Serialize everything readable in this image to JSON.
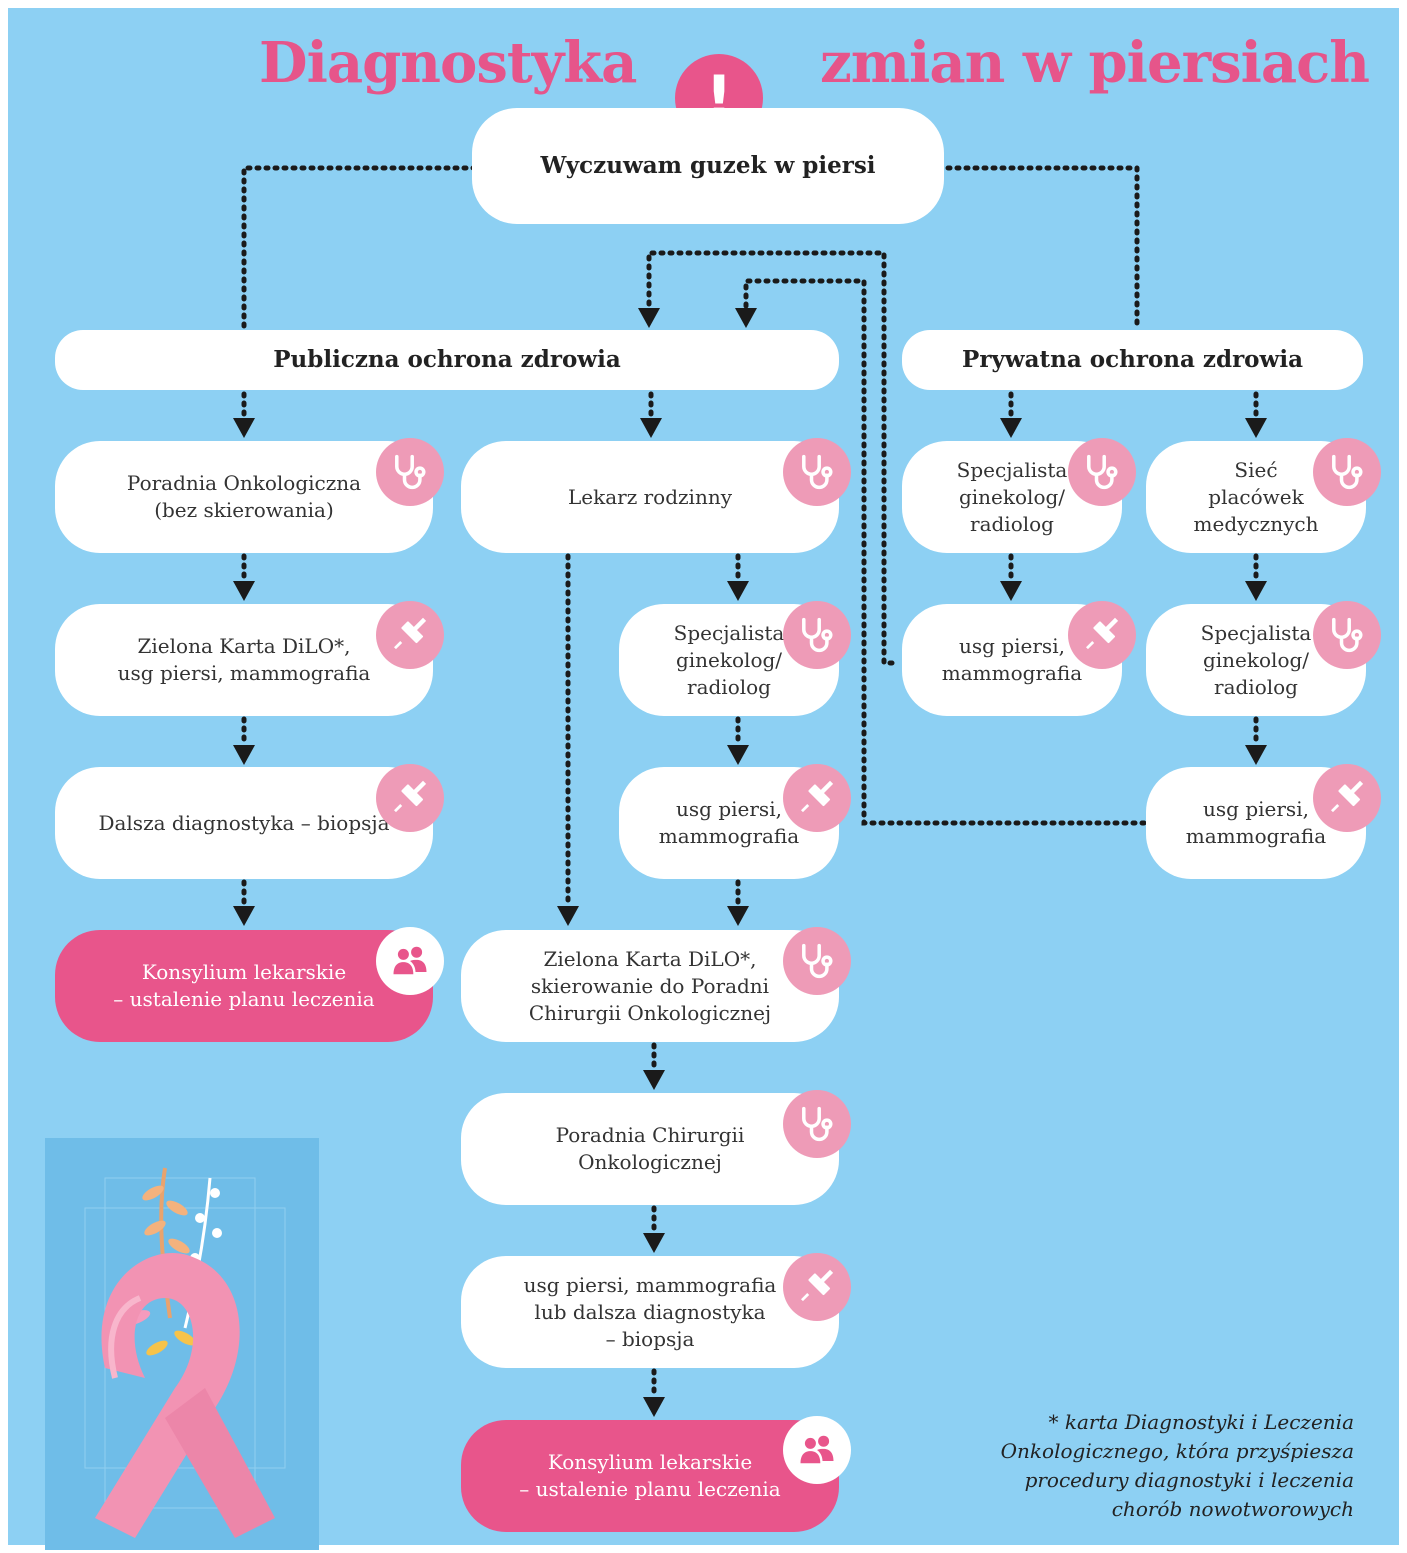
{
  "title": {
    "left": "Diagnostyka",
    "right": "zmian w piersiach"
  },
  "alert_icon": "exclamation-icon",
  "start": "Wyczuwam guzek w piersi",
  "public_header": "Publiczna ochrona zdrowia",
  "private_header": "Prywatna ochrona zdrowia",
  "public": {
    "oncology_clinic": "Poradnia Onkologiczna\n(bez skierowania)",
    "dilo_card_1": "Zielona Karta DiLO*,\nusg piersi, mammografia",
    "further_diagnostics": "Dalsza diagnostyka – biopsja",
    "consilium_1": "Konsylium lekarskie\n– ustalenie planu leczenia",
    "family_doctor": "Lekarz rodzinny",
    "specialist": "Specjalista\nginekolog/\nradiolog",
    "usg": "usg piersi,\nmammografia",
    "dilo_card_2": "Zielona Karta DiLO*,\nskierowanie do Poradni\nChirurgii Onkologicznej",
    "surgery_clinic": "Poradnia Chirurgii\nOnkologicznej",
    "usg_biopsy": "usg piersi, mammografia\nlub dalsza diagnostyka\n– biopsja",
    "consilium_2": "Konsylium lekarskie\n– ustalenie planu leczenia"
  },
  "private": {
    "specialist": "Specjalista\nginekolog/\nradiolog",
    "usg": "usg piersi,\nmammografia",
    "network": "Sieć\nplacówek\nmedycznych",
    "network_specialist": "Specjalista\nginekolog/\nradiolog",
    "network_usg": "usg piersi,\nmammografia"
  },
  "footnote": "* karta Diagnostyki i Leczenia\nOnkologicznego, która przyśpiesza\nprocedury diagnostyki i leczenia\nchorób nowotworowych",
  "icons": {
    "stethoscope": "stethoscope-icon",
    "syringe": "syringe-icon",
    "people": "people-icon"
  },
  "colors": {
    "background": "#8dd0f3",
    "accent": "#e8558b",
    "icon_circle": "#ee9bb7",
    "title": "#e6558a"
  }
}
